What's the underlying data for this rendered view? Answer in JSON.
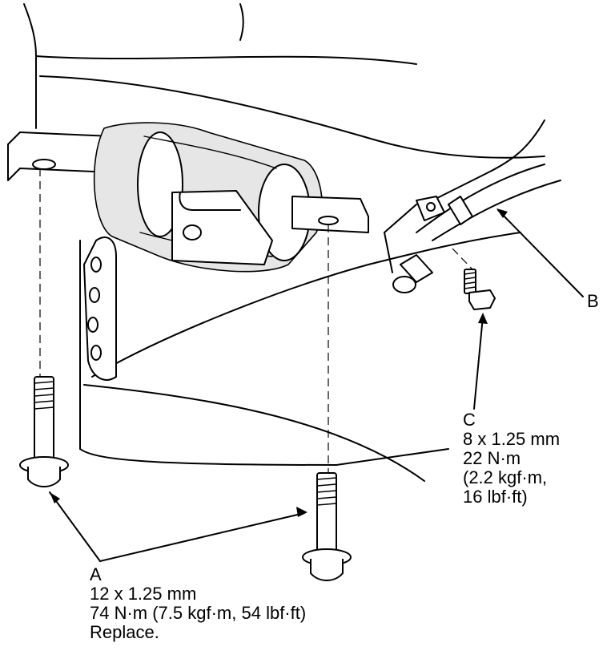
{
  "callouts": {
    "a": {
      "letter": "A",
      "size": "12 x 1.25 mm",
      "torque": "74 N·m (7.5 kgf·m, 54 lbf·ft)",
      "note": "Replace."
    },
    "b": {
      "letter": "B"
    },
    "c": {
      "letter": "C",
      "size": "8 x 1.25 mm",
      "torque": "22 N·m",
      "torque_kgf": "(2.2 kgf·m,",
      "torque_lbf": "16 lbf·ft)"
    }
  }
}
